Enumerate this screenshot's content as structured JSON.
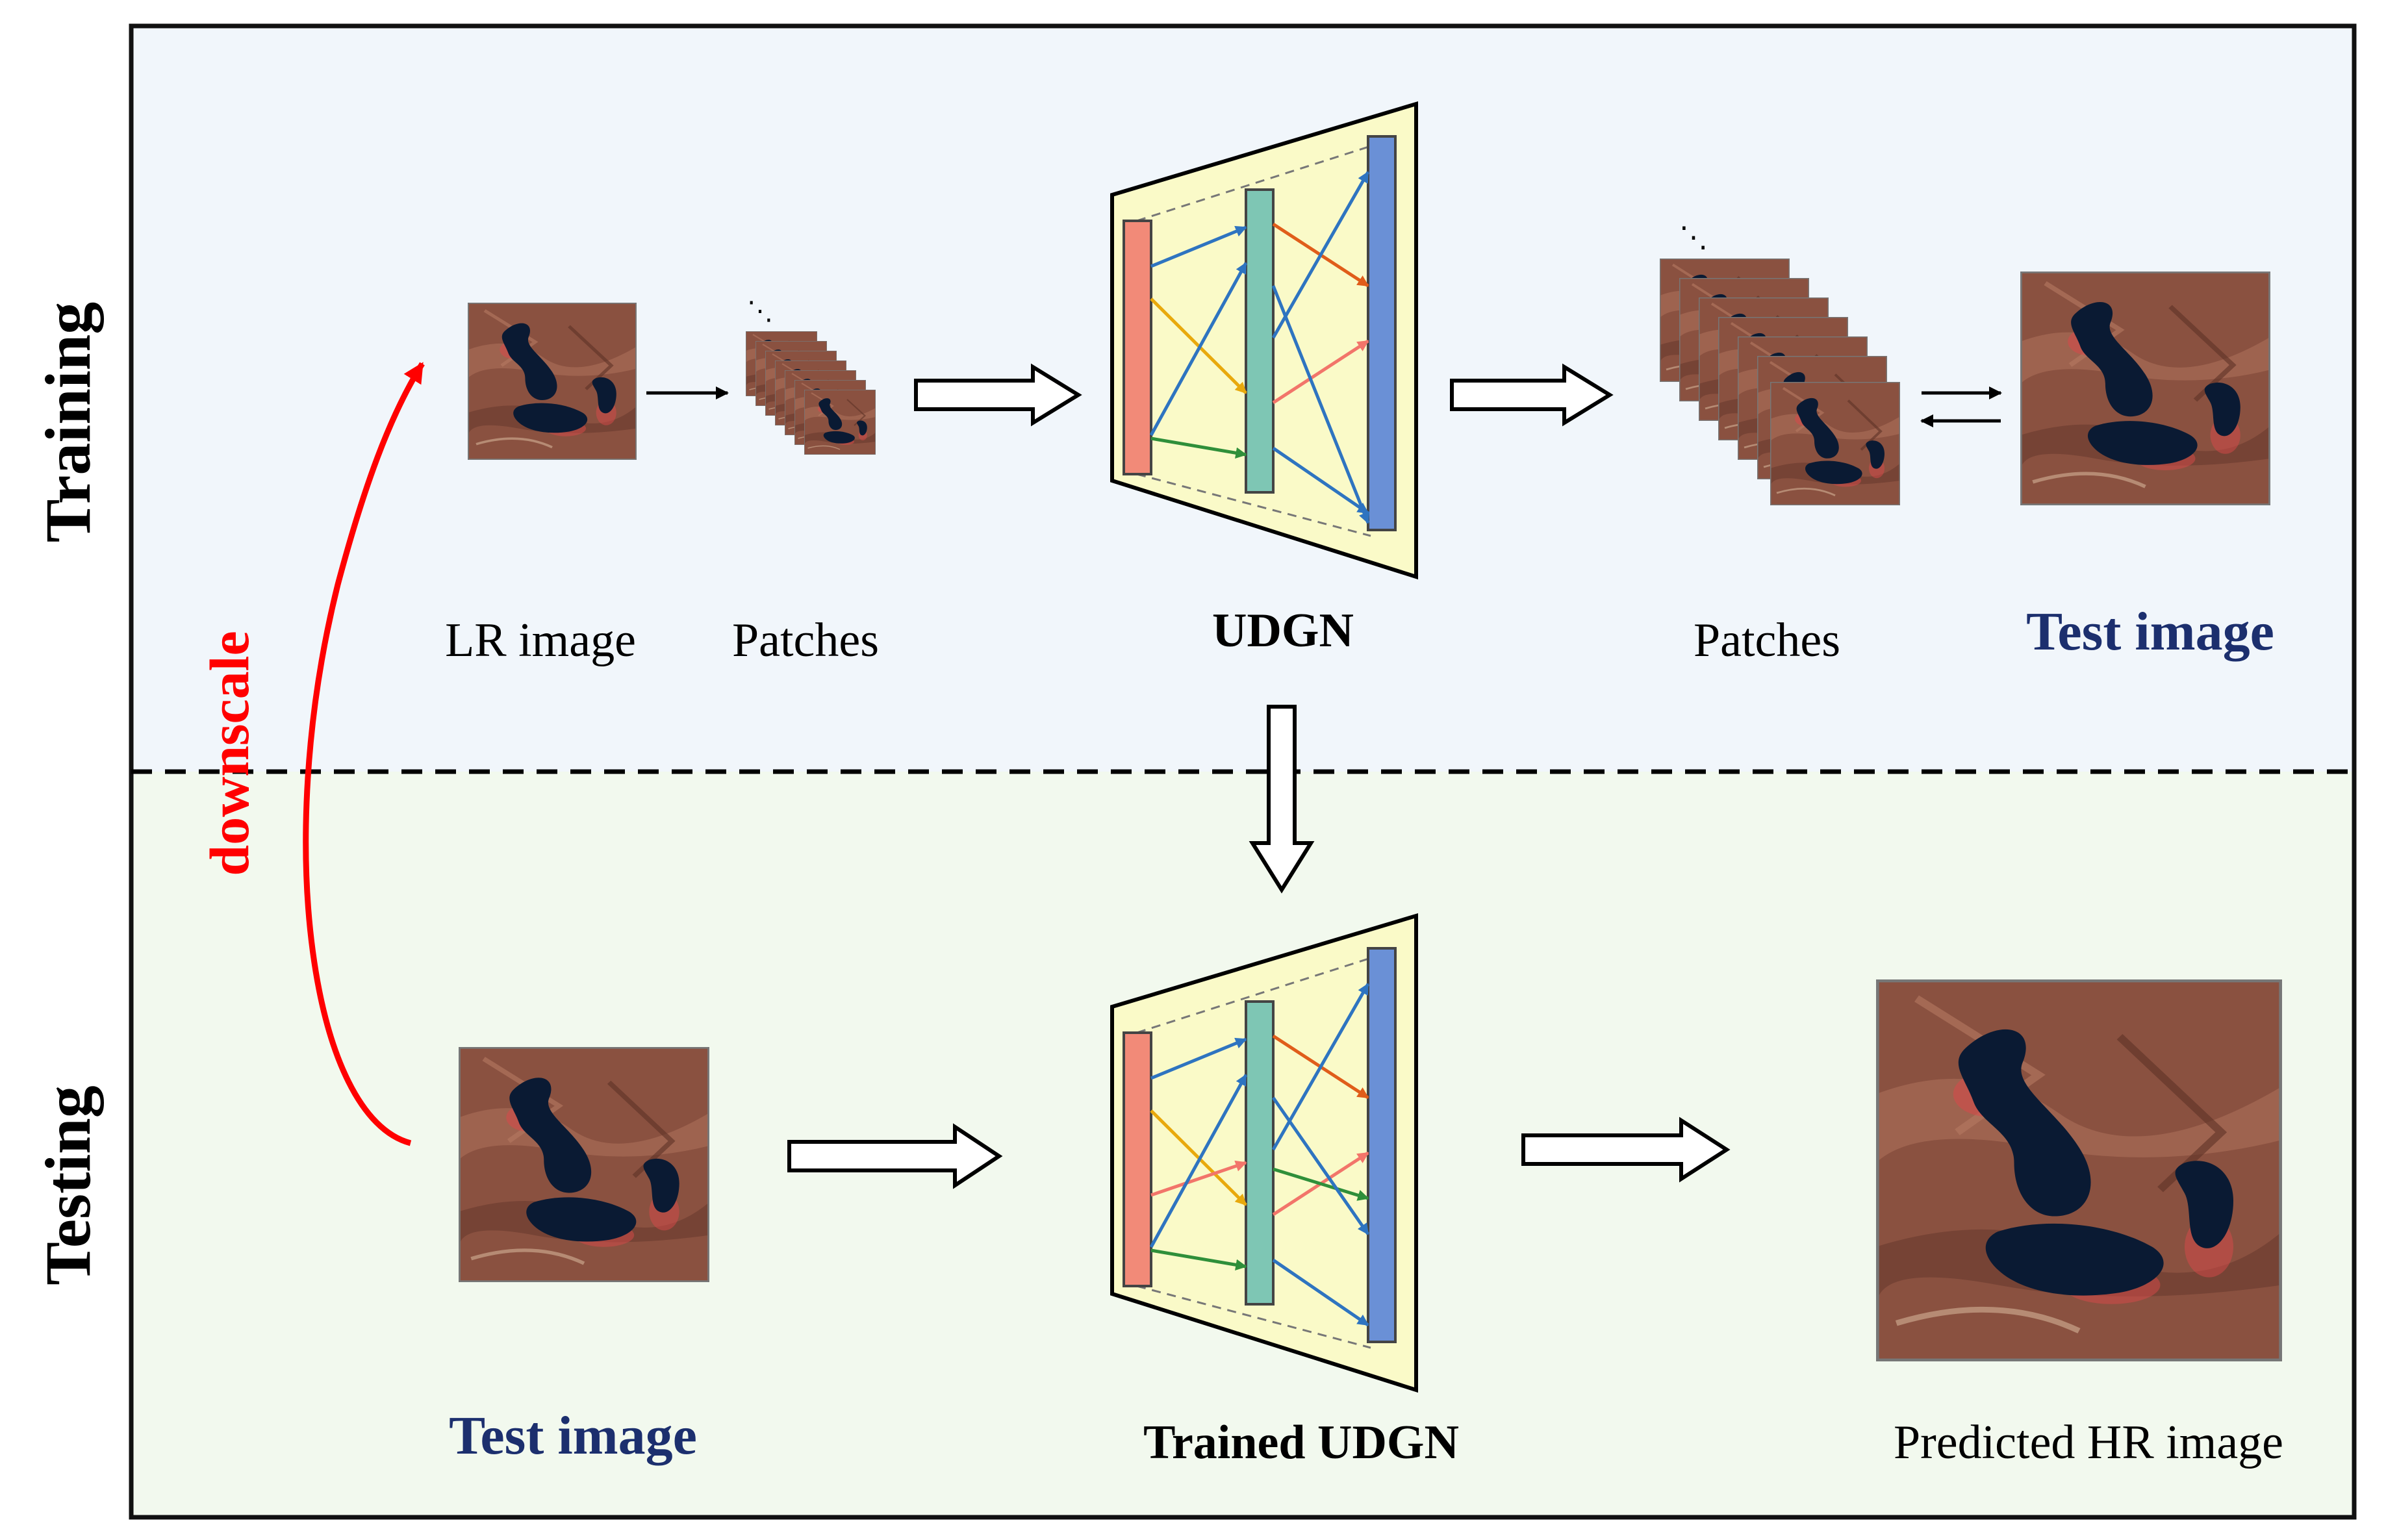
{
  "sections": {
    "training": "Training",
    "testing": "Testing"
  },
  "training": {
    "lr_label": "LR image",
    "patches_in_label": "Patches",
    "network_label": "UDGN",
    "patches_out_label": "Patches",
    "test_label": "Test image"
  },
  "testing": {
    "test_label": "Test image",
    "network_label": "Trained UDGN",
    "output_label": "Predicted HR image"
  },
  "downscale_label": "downscale",
  "colors": {
    "training_bg": "#f1f6fb",
    "testing_bg": "#f2f9ee",
    "trapezoid_fill": "#fafac8",
    "layer_red": "#f28a78",
    "layer_teal": "#7ec6b4",
    "layer_blue": "#6a90d6",
    "arrow_red": "#ff0000",
    "label_blue": "#1c2f6e",
    "terrain": "#8a5140",
    "lake": "#0a1a33"
  },
  "icons": [
    "satellite-image",
    "patch-stack",
    "hollow-arrow",
    "network-trapezoid",
    "double-arrow",
    "curved-arrow"
  ]
}
